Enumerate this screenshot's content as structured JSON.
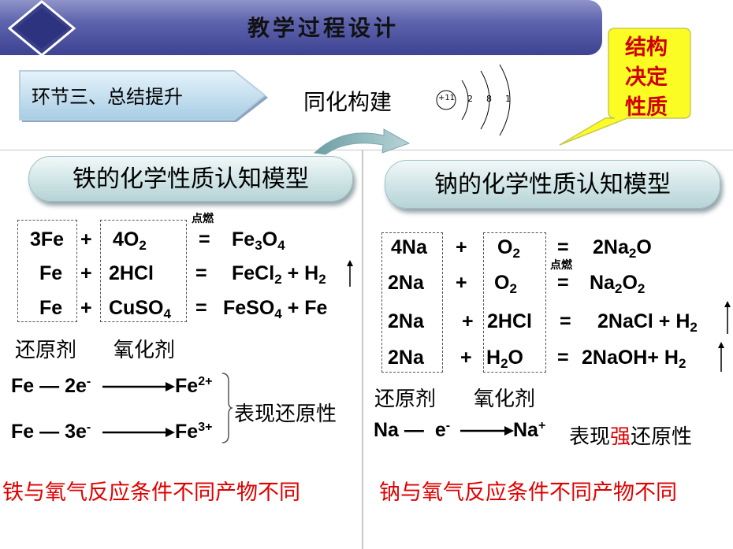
{
  "title": "教学过程设计",
  "stage": "环节三、总结提升",
  "assimilation": "同化构建",
  "atom": {
    "nucleus": "+11",
    "shells": [
      "2",
      "8",
      "1"
    ]
  },
  "callout": {
    "lines": [
      "结构",
      "决定",
      "性质"
    ],
    "color": "#d00000"
  },
  "iron": {
    "heading": "铁的化学性质认知模型",
    "condition": "点燃",
    "equations": [
      {
        "reductant": "3Fe",
        "plus": "+",
        "oxidant_num": "4O",
        "oxidant_sub": "2",
        "eq": "=",
        "p1": "Fe",
        "p1_sub": "3",
        "p1b": "O",
        "p1b_sub": "4"
      },
      {
        "reductant": "Fe",
        "plus": "+",
        "oxidant": "2HCl",
        "eq": "=",
        "p1": "FeCl",
        "p1_sub": "2",
        "p2": "+ H",
        "p2_sub": "2"
      },
      {
        "reductant": "Fe",
        "plus": "+",
        "oxidant": "CuSO",
        "oxidant_sub": "4",
        "eq": "=",
        "p1": "FeSO",
        "p1_sub": "4",
        "p2": "+ Fe"
      }
    ],
    "label_reductant": "还原剂",
    "label_oxidant": "氧化剂",
    "half_reactions": [
      {
        "left": "Fe",
        "minus": "—",
        "electrons": "2e",
        "charge": "-",
        "product": "Fe",
        "product_charge": "2+"
      },
      {
        "left": "Fe",
        "minus": "—",
        "electrons": "3e",
        "charge": "-",
        "product": "Fe",
        "product_charge": "3+"
      }
    ],
    "property": "表现还原性",
    "conclusion": "铁与氧气反应条件不同产物不同"
  },
  "sodium": {
    "heading": "钠的化学性质认知模型",
    "condition": "点燃",
    "equations": [
      {
        "reductant": "4Na",
        "plus": "+",
        "oxidant": "O",
        "oxidant_sub": "2",
        "eq": "=",
        "p1": "2Na",
        "p1_sub": "2",
        "p1b": "O"
      },
      {
        "reductant": "2Na",
        "plus": "+",
        "oxidant": "O",
        "oxidant_sub": "2",
        "eq": "=",
        "p1": "Na",
        "p1_sub": "2",
        "p1b": "O",
        "p1b_sub": "2"
      },
      {
        "reductant": "2Na",
        "plus": "+",
        "oxidant": "2HCl",
        "eq": "=",
        "p1": "2NaCl + H",
        "p1_sub": "2"
      },
      {
        "reductant": "2Na",
        "plus": "+",
        "oxidant": "H",
        "oxidant_sub": "2",
        "oxidant_b": "O",
        "eq": "=",
        "p1": "2NaOH+ H",
        "p1_sub": "2"
      }
    ],
    "label_reductant": "还原剂",
    "label_oxidant": "氧化剂",
    "half_reaction": {
      "left": "Na",
      "minus": "—",
      "electrons": "e",
      "charge": "-",
      "product": "Na",
      "product_charge": "+"
    },
    "property_prefix": "表现",
    "property_emph": "强",
    "property_suffix": "还原性",
    "conclusion": "钠与氧气反应条件不同产物不同"
  }
}
